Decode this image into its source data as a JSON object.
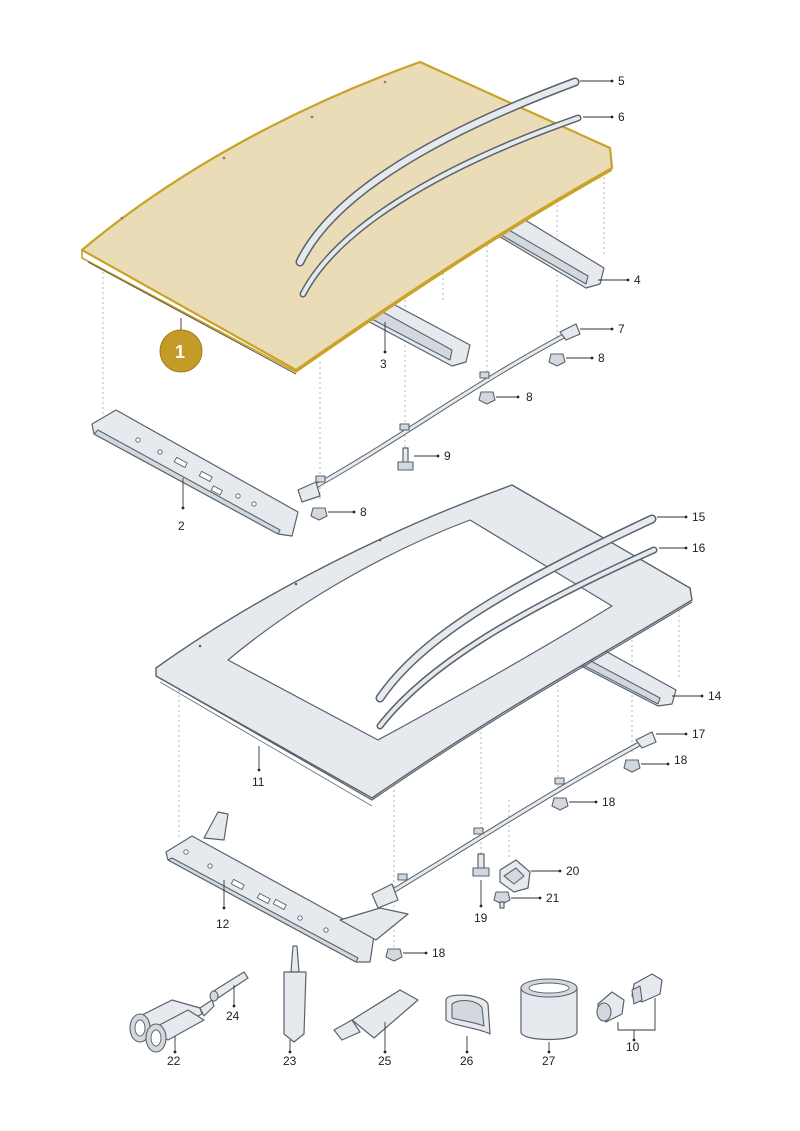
{
  "diagram": {
    "highlight_color": "#c9a227",
    "highlight_fill": "#e9dcb6",
    "steel_color": "#e6eaee",
    "badge": "1",
    "labels": {
      "l2": "2",
      "l3": "3",
      "l4": "4",
      "l5": "5",
      "l6": "6",
      "l7": "7",
      "l8a": "8",
      "l8b": "8",
      "l8c": "8",
      "l9": "9",
      "l10": "10",
      "l11": "11",
      "l12": "12",
      "l14": "14",
      "l15": "15",
      "l16": "16",
      "l17": "17",
      "l18a": "18",
      "l18b": "18",
      "l18c": "18",
      "l19": "19",
      "l20": "20",
      "l21": "21",
      "l22": "22",
      "l23": "23",
      "l24": "24",
      "l25": "25",
      "l26": "26",
      "l27": "27"
    }
  }
}
